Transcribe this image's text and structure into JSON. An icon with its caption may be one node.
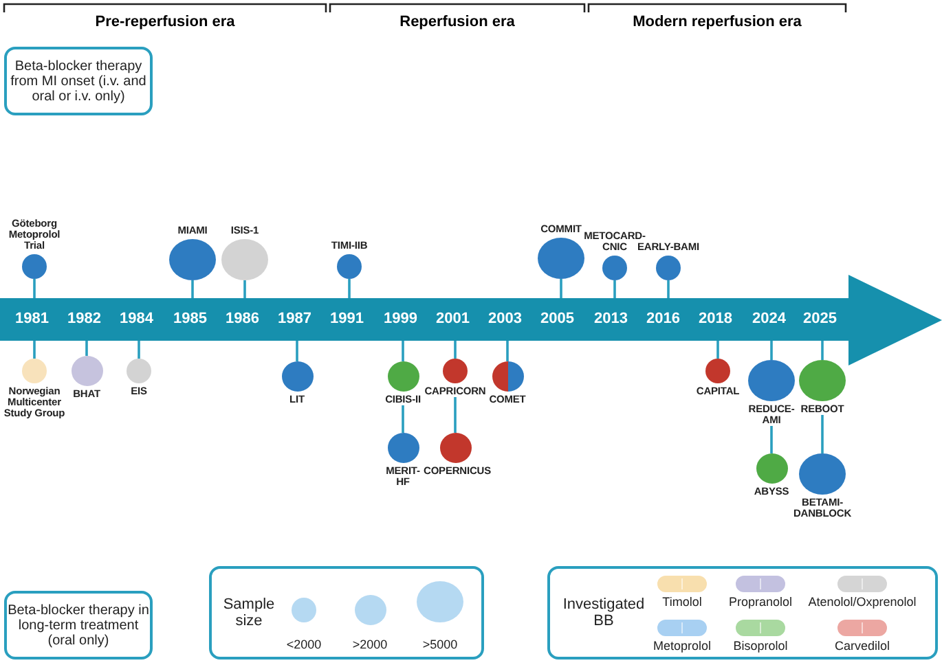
{
  "diagram": {
    "nodes": [
      {
        "text": [
          "1981",
          "1982",
          "1984",
          "1985",
          "1986",
          "1987",
          "1991",
          "1999",
          "2001",
          "2003",
          "2005",
          "2013",
          "2016",
          "2018",
          "2024",
          "2025"
        ]
      },
      {
        "text": [
          "Göteborg Metoprolol Trial"
        ]
      },
      {
        "text": [
          "Norwegian Multicenter Study Group"
        ]
      },
      {
        "text": [
          "BHAT"
        ]
      },
      {
        "text": [
          "EIS"
        ]
      },
      {
        "text": [
          "MIAMI"
        ]
      },
      {
        "text": [
          "ISIS-1"
        ]
      },
      {
        "text": [
          "LIT"
        ]
      },
      {
        "text": [
          "TIMI-IIB"
        ]
      },
      {
        "text": [
          "CIBIS-II"
        ]
      },
      {
        "text": [
          "MERIT-HF"
        ]
      },
      {
        "text": [
          "CAPRICORN"
        ]
      },
      {
        "text": [
          "COPERNICUS"
        ]
      },
      {
        "text": [
          "COMET"
        ]
      },
      {
        "text": [
          "COMMIT"
        ]
      },
      {
        "text": [
          "METOCARD-CNIC"
        ]
      },
      {
        "text": [
          "EARLY-BAMI"
        ]
      },
      {
        "text": [
          "CAPITAL"
        ]
      },
      {
        "text": [
          "REDUCE-AMI"
        ]
      },
      {
        "text": [
          "ABYSS"
        ]
      },
      {
        "text": [
          "REBOOT"
        ]
      },
      {
        "text": [
          "BETAMI-DANBLOCK"
        ]
      },
      {
        "text": [
          "Beta-blocker therapy from MI onset (i.v. and oral or i.v. only)"
        ]
      },
      {
        "text": [
          "Beta-blocker therapy in long-term treatment (oral only)"
        ]
      },
      {
        "text": [
          "Sample size"
        ]
      },
      {
        "text": [
          "Investigated BB"
        ]
      }
    ],
    "edges": [
      {
        "from": 1,
        "to": 0,
        "arrow": "none"
      },
      {
        "from": 2,
        "to": 0,
        "arrow": "none"
      },
      {
        "from": 3,
        "to": 0,
        "arrow": "none"
      },
      {
        "from": 4,
        "to": 0,
        "arrow": "none"
      },
      {
        "from": 5,
        "to": 0,
        "arrow": "none"
      },
      {
        "from": 6,
        "to": 0,
        "arrow": "none"
      },
      {
        "from": 7,
        "to": 0,
        "arrow": "none"
      },
      {
        "from": 8,
        "to": 0,
        "arrow": "none"
      },
      {
        "from": 9,
        "to": 0,
        "arrow": "none"
      },
      {
        "from": 10,
        "to": 9,
        "arrow": "none"
      },
      {
        "from": 11,
        "to": 0,
        "arrow": "none"
      },
      {
        "from": 12,
        "to": 11,
        "arrow": "none"
      },
      {
        "from": 13,
        "to": 0,
        "arrow": "none"
      },
      {
        "from": 14,
        "to": 0,
        "arrow": "none"
      },
      {
        "from": 15,
        "to": 0,
        "arrow": "none"
      },
      {
        "from": 16,
        "to": 0,
        "arrow": "none"
      },
      {
        "from": 17,
        "to": 0,
        "arrow": "none"
      },
      {
        "from": 18,
        "to": 0,
        "arrow": "none"
      },
      {
        "from": 19,
        "to": 18,
        "arrow": "none"
      },
      {
        "from": 20,
        "to": 0,
        "arrow": "none"
      },
      {
        "from": 21,
        "to": 20,
        "arrow": "none"
      }
    ],
    "labels": [
      "Pre-reperfusion era",
      "Reperfusion era",
      "Modern reperfusion era"
    ],
    "legend": [
      {
        "text": "<2000"
      },
      {
        "text": ">2000"
      },
      {
        "text": ">5000"
      },
      {
        "text": "Timolol",
        "color": "#f8dfae"
      },
      {
        "text": "Propranolol",
        "color": "#c3c1e0"
      },
      {
        "text": "Atenolol/Oxprenolol",
        "color": "#d5d5d5"
      },
      {
        "text": "Metoprolol",
        "color": "#a8d0f2"
      },
      {
        "text": "Bisoprolol",
        "color": "#a9d9a0"
      },
      {
        "text": "Carvedilol",
        "color": "#eca7a2"
      }
    ]
  }
}
